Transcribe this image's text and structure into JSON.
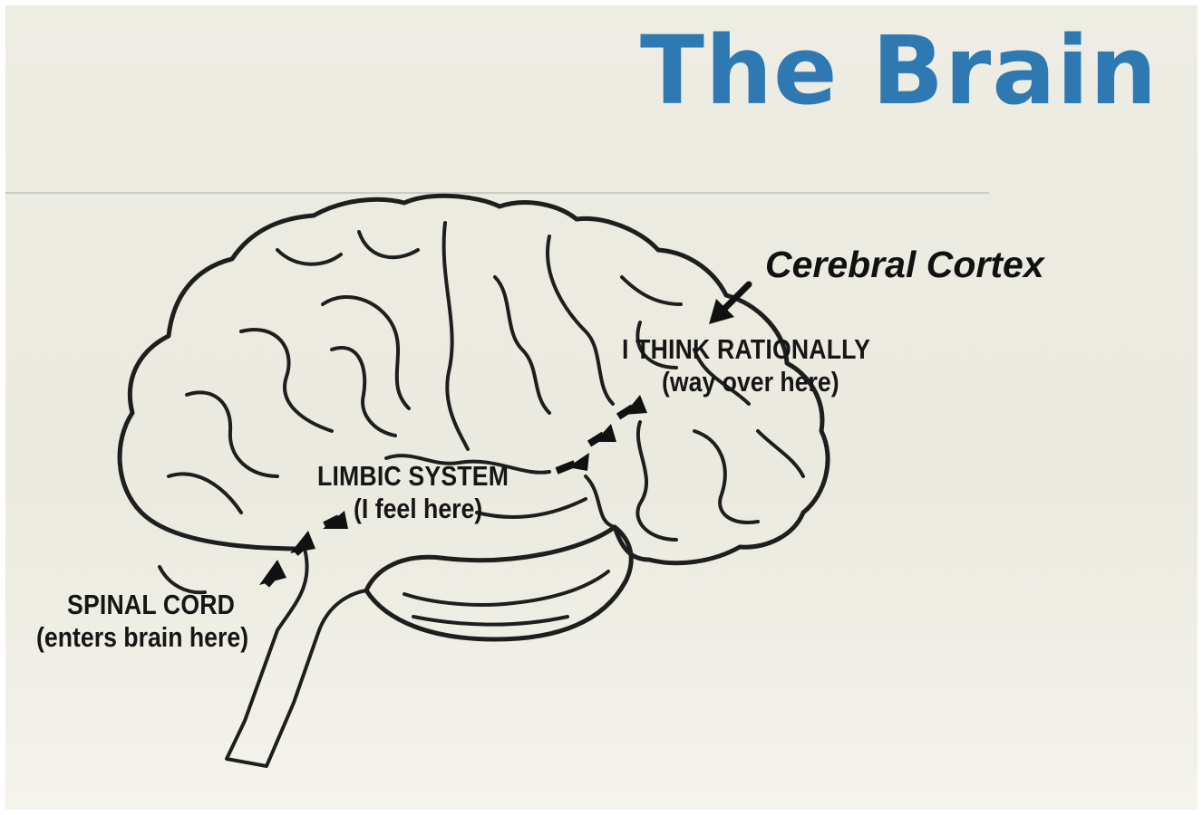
{
  "slide": {
    "title": "The Brain",
    "title_color": "#2f79b3"
  },
  "diagram": {
    "annotation": "Cerebral Cortex",
    "labels": {
      "cortex": {
        "title": "I THINK RATIONALLY",
        "sub": "(way over here)"
      },
      "limbic": {
        "title": "LIMBIC SYSTEM",
        "sub": "(I feel here)"
      },
      "spinal": {
        "title": "SPINAL CORD",
        "sub": "(enters brain here)"
      }
    },
    "icons": [
      "brain-outline-icon",
      "arrow-icon"
    ]
  }
}
